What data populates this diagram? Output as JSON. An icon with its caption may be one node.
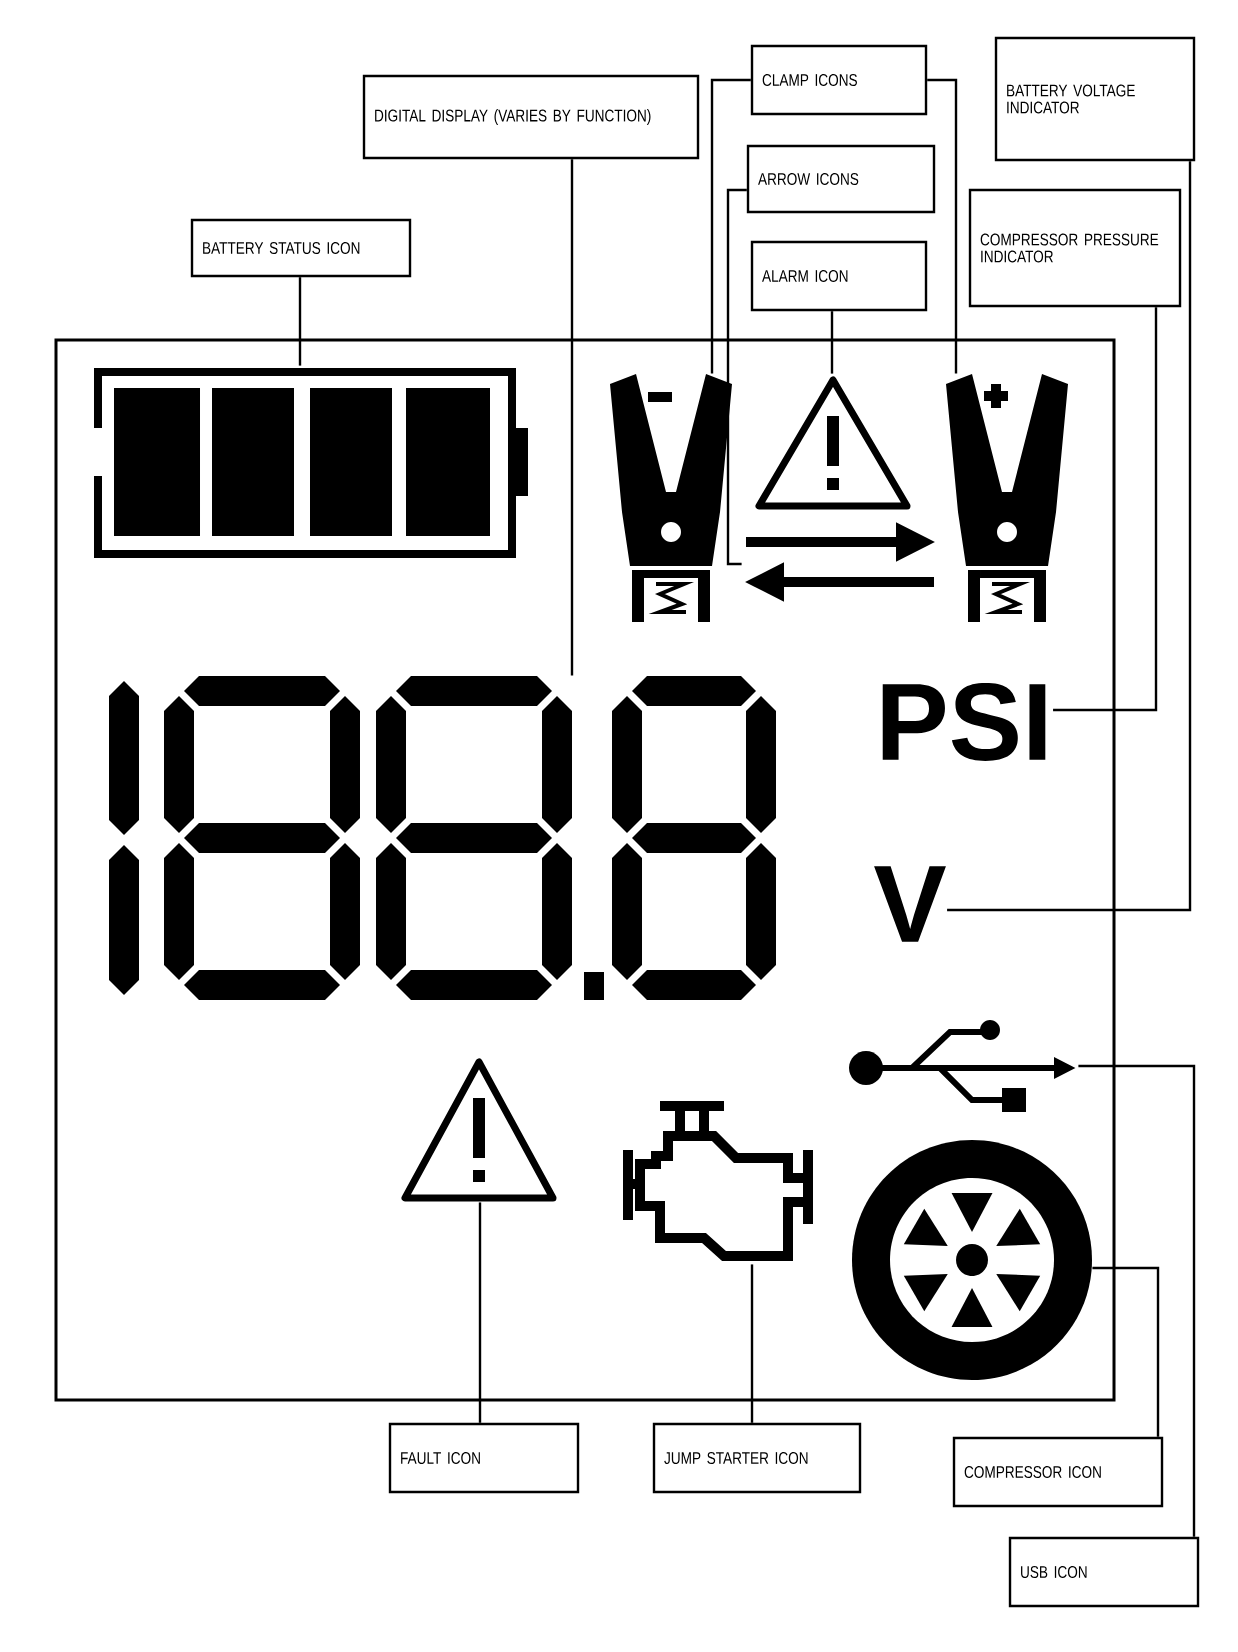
{
  "diagram": {
    "nodes": [
      {
        "text": [
          "DIGITAL DISPLAY (VARIES BY FUNCTION)"
        ]
      },
      {
        "text": [
          "CLAMP ICONS"
        ]
      },
      {
        "text": [
          "BATTERY VOLTAGE INDICATOR"
        ]
      },
      {
        "text": [
          "ARROW ICONS"
        ]
      },
      {
        "text": [
          "BATTERY STATUS ICON"
        ]
      },
      {
        "text": [
          "COMPRESSOR PRESSURE INDICATOR"
        ]
      },
      {
        "text": [
          "ALARM ICON"
        ]
      },
      {
        "text": [],
        "shape": "box"
      },
      {
        "text": [],
        "shape": "picture",
        "in": 7
      },
      {
        "text": [],
        "shape": "picture",
        "in": 7
      },
      {
        "text": [],
        "shape": "picture",
        "in": 7
      },
      {
        "text": [],
        "shape": "picture",
        "in": 7
      },
      {
        "text": [],
        "shape": "picture",
        "in": 7
      },
      {
        "text": [],
        "shape": "picture",
        "in": 7
      },
      {
        "text": [
          "PSI"
        ],
        "in": 7
      },
      {
        "text": [
          "V"
        ],
        "in": 7
      },
      {
        "text": [],
        "shape": "picture",
        "in": 7
      },
      {
        "text": [],
        "shape": "picture",
        "in": 7
      },
      {
        "text": [],
        "shape": "picture",
        "in": 7
      },
      {
        "text": [],
        "shape": "picture",
        "in": 7
      },
      {
        "text": [
          "FAULT ICON"
        ]
      },
      {
        "text": [
          "JUMP STARTER ICON"
        ]
      },
      {
        "text": [
          "COMPRESSOR ICON"
        ]
      },
      {
        "text": [
          "USB ICON"
        ]
      }
    ],
    "edges": [
      {
        "from": 0,
        "to": 13,
        "arrow": "none"
      },
      {
        "from": 1,
        "to": 9,
        "arrow": "none"
      },
      {
        "from": 1,
        "to": 12,
        "arrow": "none"
      },
      {
        "from": 2,
        "to": 15,
        "arrow": "none"
      },
      {
        "from": 3,
        "to": 11,
        "arrow": "none"
      },
      {
        "from": 4,
        "to": 8,
        "arrow": "none"
      },
      {
        "from": 5,
        "to": 14,
        "arrow": "none"
      },
      {
        "from": 6,
        "to": 10,
        "arrow": "none"
      },
      {
        "from": 20,
        "to": 17,
        "arrow": "none"
      },
      {
        "from": 21,
        "to": 18,
        "arrow": "none"
      },
      {
        "from": 22,
        "to": 19,
        "arrow": "none"
      },
      {
        "from": 23,
        "to": 16,
        "arrow": "none"
      }
    ]
  }
}
